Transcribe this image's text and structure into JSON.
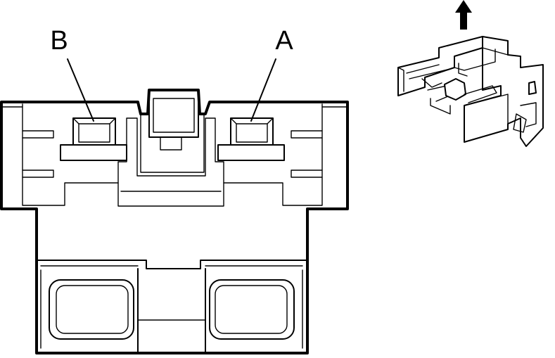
{
  "diagram": {
    "callouts": [
      {
        "id": "B",
        "label": "B"
      },
      {
        "id": "A",
        "label": "A"
      }
    ],
    "colors": {
      "line": "#000000",
      "background": "#ffffff"
    },
    "icons": [
      "up-arrow-icon"
    ]
  }
}
